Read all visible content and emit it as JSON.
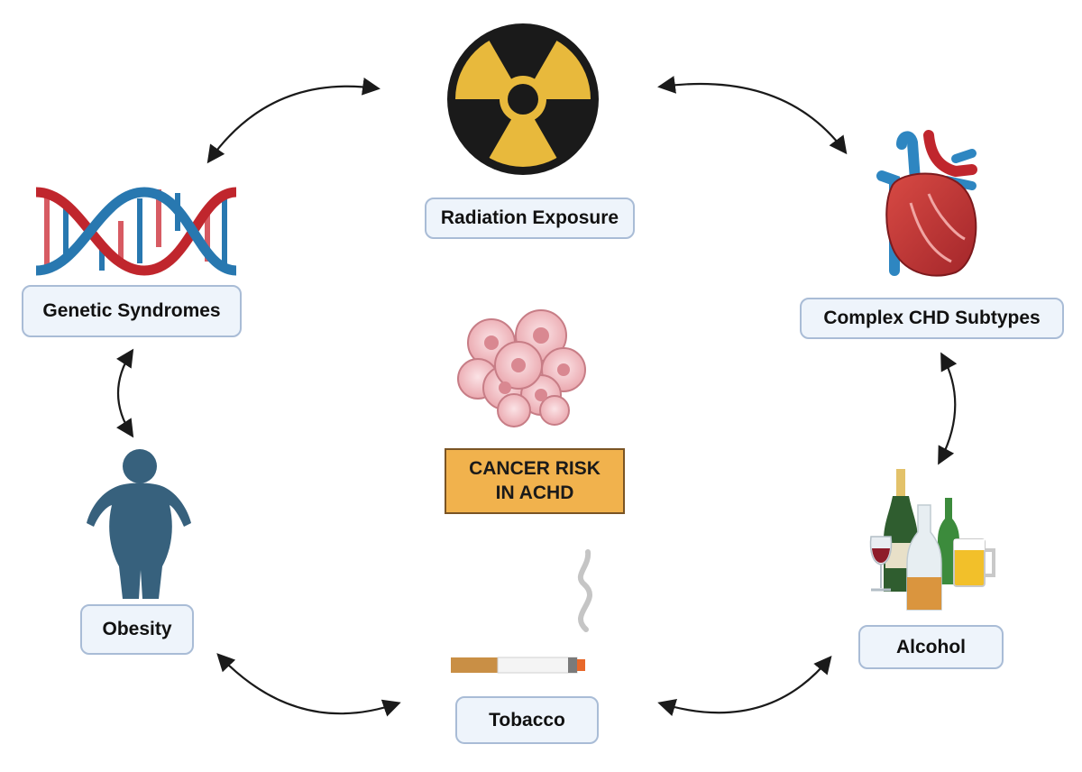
{
  "center": {
    "line1": "CANCER RISK",
    "line2": "IN ACHD"
  },
  "factors": {
    "radiation": "Radiation Exposure",
    "chd": "Complex CHD Subtypes",
    "alcohol": "Alcohol",
    "tobacco": "Tobacco",
    "obesity": "Obesity",
    "genetic": "Genetic Syndromes"
  },
  "colors": {
    "label_fill": "#eef4fb",
    "label_border": "#a9bcd6",
    "center_fill": "#f1b24d",
    "radiation_yellow": "#e8b93c",
    "dna_red": "#c0262d",
    "dna_blue": "#2878b0",
    "obesity_blue": "#37617d",
    "arrow": "#1a1a1a"
  }
}
